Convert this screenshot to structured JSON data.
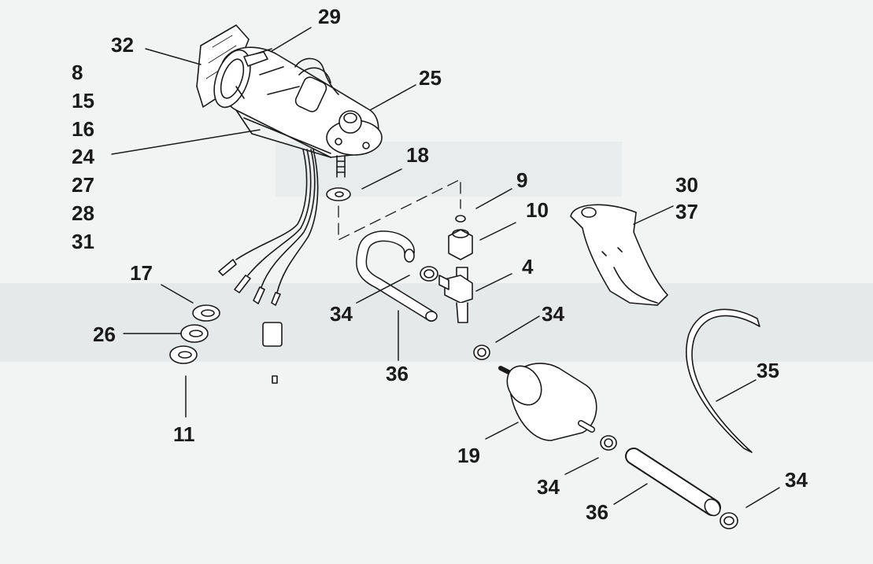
{
  "callouts": {
    "c29": "29",
    "c32": "32",
    "c25": "25",
    "c18": "18",
    "c9": "9",
    "c10": "10",
    "c4": "4",
    "c30": "30",
    "c37": "37",
    "c17": "17",
    "c26": "26",
    "c11": "11",
    "c34a": "34",
    "c36a": "36",
    "c34b": "34",
    "c19": "19",
    "c35": "35",
    "c34c": "34",
    "c36b": "36",
    "c34d": "34"
  },
  "stack_callouts": [
    "8",
    "15",
    "16",
    "24",
    "27",
    "28",
    "31"
  ],
  "colors": {
    "background": "#f2f3f3",
    "band": "#e6e9ea",
    "ink": "#1a1a1a",
    "part_fill": "#ffffff"
  }
}
